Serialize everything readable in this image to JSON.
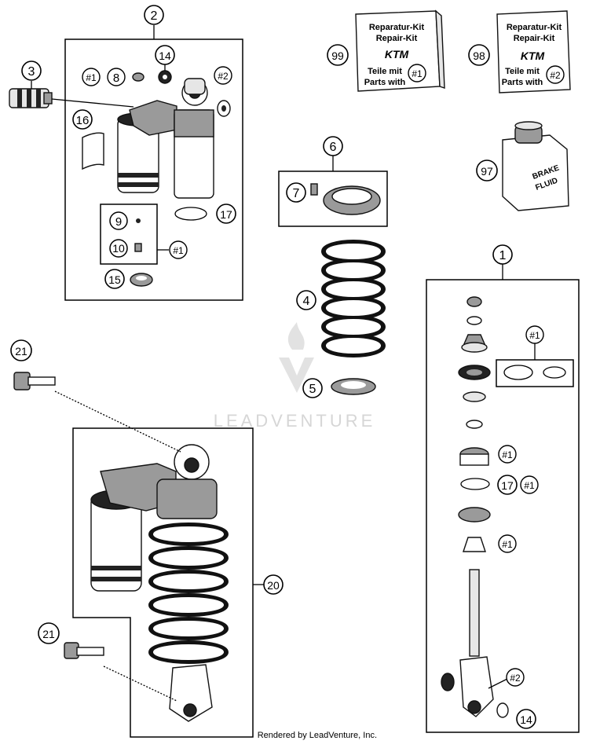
{
  "watermark": "LEADVENTURE",
  "footer": "Rendered by LeadVenture, Inc.",
  "kits": [
    {
      "line1": "Reparatur-Kit",
      "line2": "Repair-Kit",
      "brand": "KTM",
      "line3": "Teile mit",
      "line4": "Parts with",
      "ref": "#1",
      "callout": "99"
    },
    {
      "line1": "Reparatur-Kit",
      "line2": "Repair-Kit",
      "brand": "KTM",
      "line3": "Teile mit",
      "line4": "Parts with",
      "ref": "#2",
      "callout": "98"
    }
  ],
  "brake_fluid": {
    "line1": "BRAKE",
    "line2": "FLUID",
    "callout": "97"
  },
  "callouts": {
    "c1": "1",
    "c2": "2",
    "c3": "3",
    "c4": "4",
    "c5": "5",
    "c6": "6",
    "c7": "7",
    "c9": "9",
    "c10": "10",
    "c14a": "14",
    "c14b": "14",
    "c15": "15",
    "c16": "16",
    "c17a": "17",
    "c17b": "17",
    "c20": "20",
    "c21a": "21",
    "c21b": "21"
  },
  "refs": {
    "r1a": "#1",
    "r1b": "#1",
    "r1c": "#1",
    "r1d": "#1",
    "r1e": "#1",
    "r1f": "#1",
    "r1g": "#1",
    "r2a": "#2",
    "r2b": "#2"
  },
  "ref_8": "8"
}
